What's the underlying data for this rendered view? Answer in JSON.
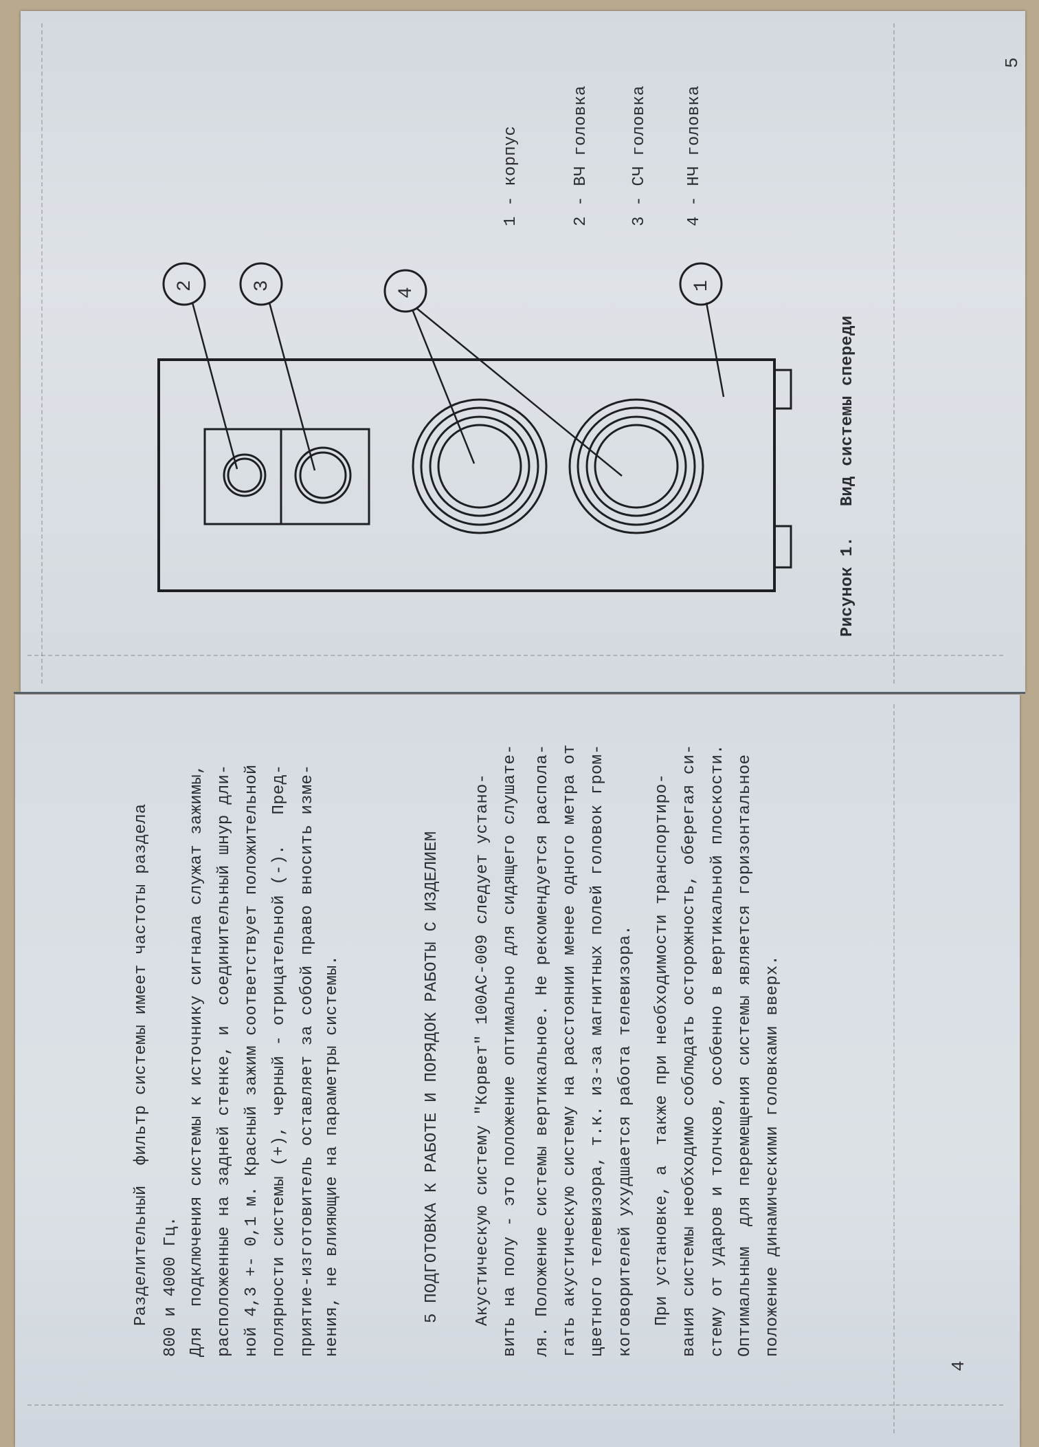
{
  "left_page": {
    "page_number": "4",
    "intro_lines": [
      "Разделительный  фильтр системы имеет частоты раздела",
      "800 и 4000 Гц.",
      "Для  подключения системы к источнику сигнала служат зажимы,",
      "расположенные на задней стенке, и  соединительный шнур дли-",
      "ной 4,3 +- 0,1 м. Красный зажим соответствует положительной",
      "полярности системы (+), черный - отрицательной (-).   Пред-",
      "приятие-изготовитель оставляет за собой право вносить изме-",
      "нения, не влияющие на параметры системы."
    ],
    "section_heading": "5 ПОДГОТОВКА К РАБОТЕ И ПОРЯДОК РАБОТЫ С ИЗДЕЛИЕМ",
    "paragraph1_lines": [
      "Акустическую систему \"Корвет\" 100АС-009 следует устано-",
      "вить на полу - это положение оптимально для сидящего слушате-",
      "ля. Положение системы вертикальное. Не рекомендуется распола-",
      "гать акустическую систему на расстоянии менее одного метра от",
      "цветного телевизора, т.к. из-за магнитных полей головок гром-",
      "коговорителей ухудшается работа телевизора."
    ],
    "paragraph2_lines": [
      "При установке, а  также при необходимости транспортиро-",
      "вания системы необходимо соблюдать осторожность, оберегая си-",
      "стему от ударов и толчков, особенно в вертикальной плоскости.",
      "Оптимальным  для перемещения системы является горизонтальное",
      "положение динамическими головками вверх."
    ]
  },
  "right_page": {
    "page_number": "5",
    "figure": {
      "callouts": [
        "2",
        "3",
        "4",
        "1"
      ],
      "legend": [
        "1 - корпус",
        "2 - ВЧ головка",
        "3 - СЧ головка",
        "4 - НЧ головка"
      ],
      "caption": "Рисунок 1.   Вид системы спереди"
    }
  }
}
